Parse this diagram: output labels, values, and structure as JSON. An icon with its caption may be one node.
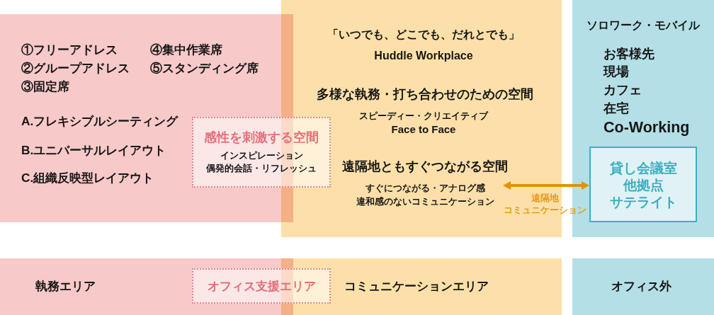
{
  "diagram": {
    "nodes": [
      {
        "text": [
          "①フリーアドレス",
          "②グループアドレス",
          "③固定席",
          "④集中作業席",
          "⑤スタンディング席",
          "A.フレキシブルシーティング",
          "B.ユニバーサルレイアウト",
          "C.組織反映型レイアウト"
        ]
      },
      {
        "text": [
          "感性を刺激する空間",
          "インスピレーション",
          "偶発的会話・リフレッシュ"
        ]
      },
      {
        "text": [
          "「いつでも、どこでも、だれとでも」",
          "Huddle Workplace",
          "多様な執務・打ち合わせのための空間",
          "スピーディー・クリエイティブ",
          "Face to Face",
          "遠隔地ともすぐつながる空間"
        ]
      },
      {
        "text": [
          "すぐにつながる・アナログ感",
          "違和感のないコミュニケーション"
        ],
        "in": 2
      },
      {
        "text": [
          "ソロワーク・モバイル",
          "お客様先",
          "現場",
          "カフェ",
          "在宅",
          "Co-Working"
        ]
      },
      {
        "text": [
          "貸し会議室",
          "他拠点",
          "サテライト"
        ],
        "in": 4
      },
      {
        "text": [
          "執務エリア"
        ]
      },
      {
        "text": [
          "オフィス支援エリア"
        ]
      },
      {
        "text": [
          "コミュニケーションエリア"
        ]
      },
      {
        "text": [
          "オフィス外"
        ]
      }
    ],
    "edges": [
      {
        "from": 3,
        "to": 5,
        "arrow": "both",
        "label": "遠隔地コミュニケーション"
      }
    ]
  }
}
